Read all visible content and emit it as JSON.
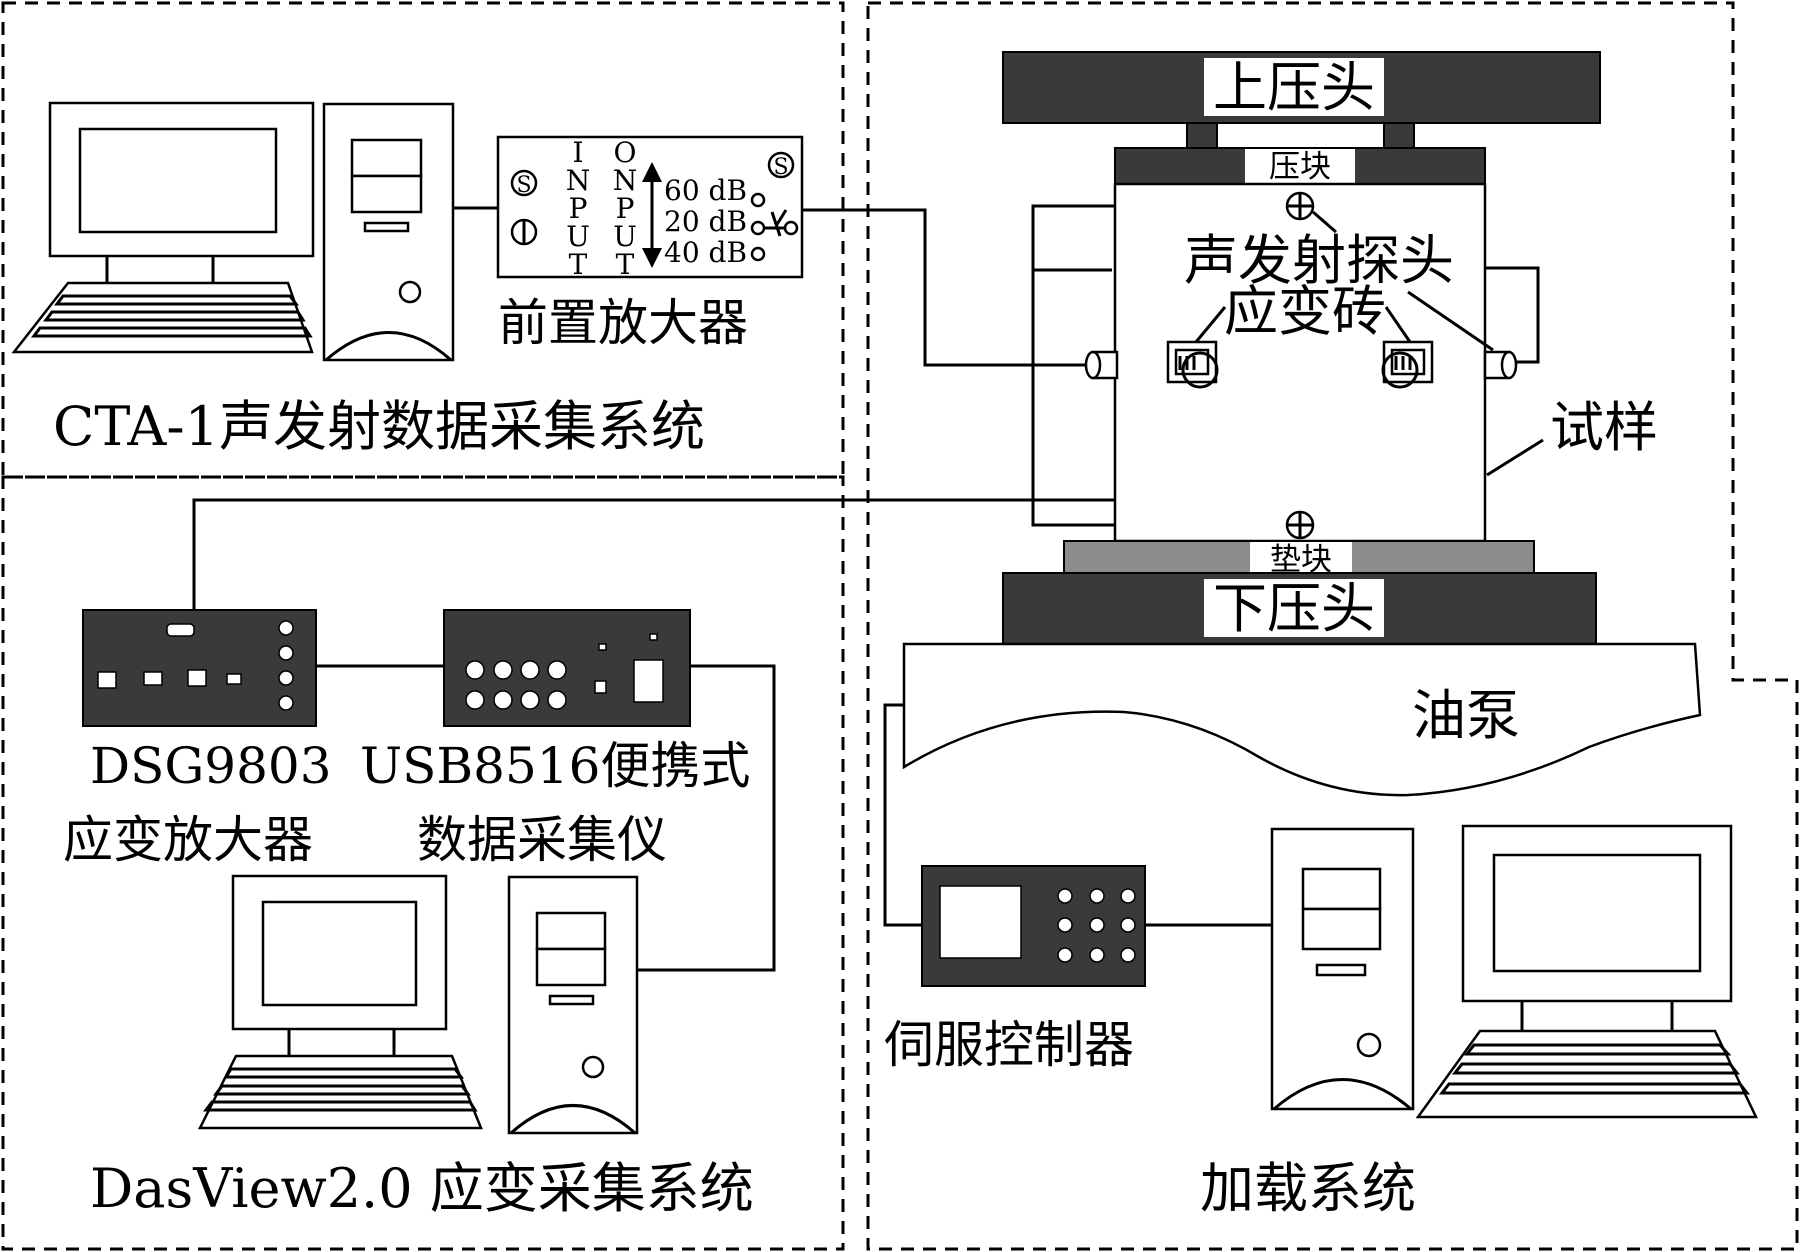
{
  "systems": {
    "cta": "CTA-1声发射数据采集系统",
    "dasview": "DasView2.0 应变采集系统",
    "loading": "加载系统"
  },
  "devices": {
    "preamp": "前置放大器",
    "strain_amp_model": "DSG9803",
    "strain_amp_name": "应变放大器",
    "daq_model": "USB8516便携式",
    "daq_name": "数据采集仪",
    "servo": "伺服控制器",
    "pump": "油泵"
  },
  "press": {
    "upper_head": "上压头",
    "upper_block": "压块",
    "lower_head": "下压头",
    "lower_block": "垫块",
    "ae_probe": "声发射探头",
    "strain_gauge": "应变砖",
    "specimen": "试样"
  },
  "preamp_panel": {
    "input_letters": [
      "I",
      "N",
      "P",
      "U",
      "T"
    ],
    "output_letters": [
      "O",
      "N",
      "P",
      "U",
      "T"
    ],
    "gains": [
      "60 dB",
      "20 dB",
      "40 dB"
    ]
  }
}
